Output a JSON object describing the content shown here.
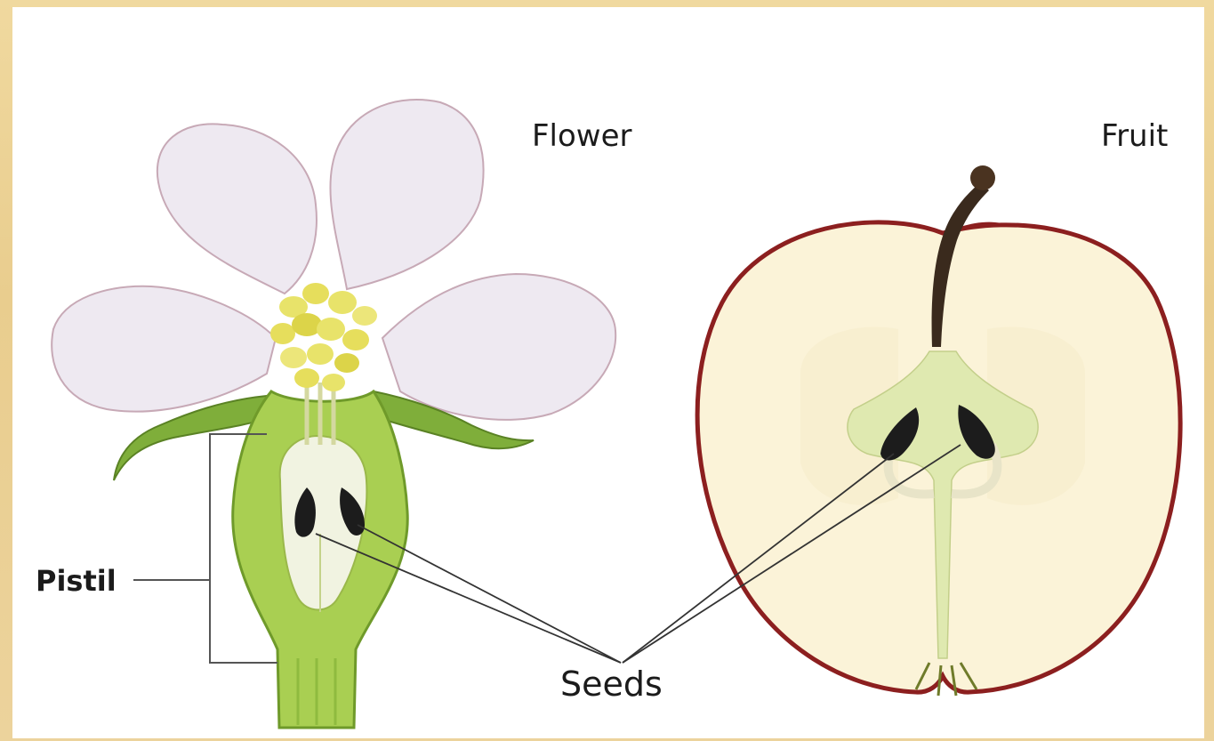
{
  "labels": {
    "flower": "Flower",
    "fruit": "Fruit",
    "pistil": "Pistil",
    "seeds": "Seeds"
  },
  "colors": {
    "frame": "#ecd39c",
    "paper": "#ffffff",
    "petal": "#eee9f1",
    "petal_edge": "#c7a9b6",
    "stamen": "#e8e36a",
    "receptacle": "#a9cf52",
    "receptacle_dark": "#6f9a2a",
    "ovary_inner": "#f1f3e1",
    "seed": "#1c1c1c",
    "apple_flesh": "#fbf3d8",
    "apple_skin": "#8c1f1f",
    "core": "#dfe9b0"
  }
}
